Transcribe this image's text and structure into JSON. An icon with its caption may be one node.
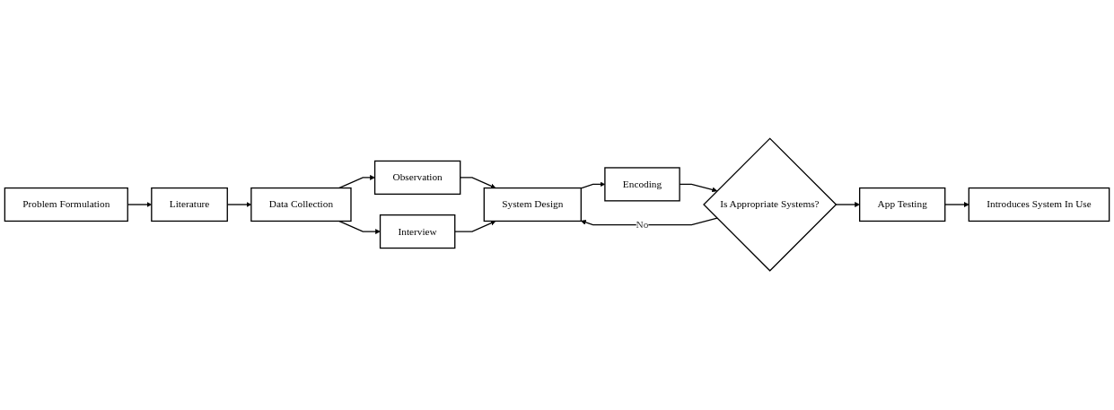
{
  "diagram": {
    "nodes": [
      {
        "text": [
          "Problem Formulation"
        ]
      },
      {
        "text": [
          "Literature"
        ]
      },
      {
        "text": [
          "Data Collection"
        ]
      },
      {
        "text": [
          "Observation"
        ]
      },
      {
        "text": [
          "Interview"
        ]
      },
      {
        "text": [
          "System Design"
        ]
      },
      {
        "text": [
          "Encoding"
        ]
      },
      {
        "text": [
          "Is Appropriate Systems?"
        ]
      },
      {
        "text": [
          "App Testing"
        ]
      },
      {
        "text": [
          "Introduces System In Use"
        ]
      }
    ],
    "edges": [
      {
        "from": 0,
        "to": 1,
        "arrow": "to"
      },
      {
        "from": 1,
        "to": 2,
        "arrow": "to"
      },
      {
        "from": 2,
        "to": 3,
        "arrow": "to"
      },
      {
        "from": 2,
        "to": 4,
        "arrow": "to"
      },
      {
        "from": 3,
        "to": 5,
        "arrow": "to"
      },
      {
        "from": 4,
        "to": 5,
        "arrow": "to"
      },
      {
        "from": 5,
        "to": 6,
        "arrow": "to"
      },
      {
        "from": 6,
        "to": 7,
        "arrow": "to"
      },
      {
        "from": 7,
        "to": 5,
        "arrow": "to",
        "label": "No"
      },
      {
        "from": 7,
        "to": 8,
        "arrow": "to"
      },
      {
        "from": 8,
        "to": 9,
        "arrow": "to"
      }
    ]
  }
}
